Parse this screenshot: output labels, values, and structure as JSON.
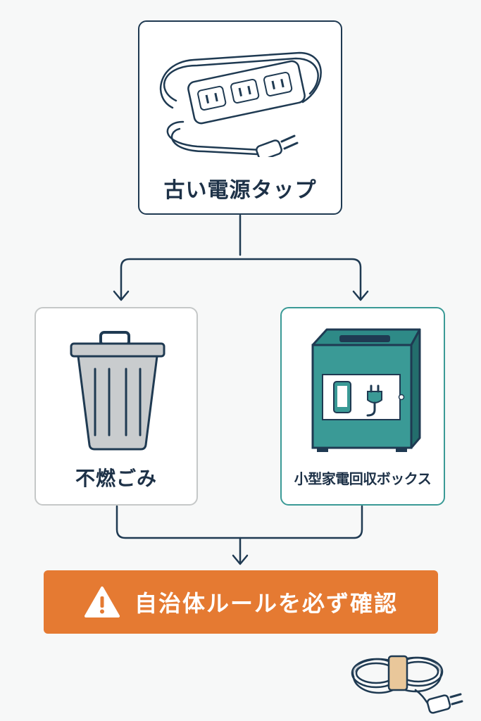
{
  "diagram": {
    "top_node": {
      "label": "古い電源タップ",
      "icon": "power-strip-icon"
    },
    "left_node": {
      "label": "不燃ごみ",
      "icon": "trash-can-icon"
    },
    "right_node": {
      "label": "小型家電回収ボックス",
      "icon": "collection-box-icon"
    },
    "warning": {
      "label": "自治体ルールを必ず確認",
      "icon": "warning-icon"
    },
    "decoration": {
      "icon": "bundled-cord-icon"
    }
  },
  "colors": {
    "line": "#1f3a52",
    "warning_bg": "#e57a32",
    "teal": "#3a9a96",
    "gray_border": "#c5c8c8"
  }
}
